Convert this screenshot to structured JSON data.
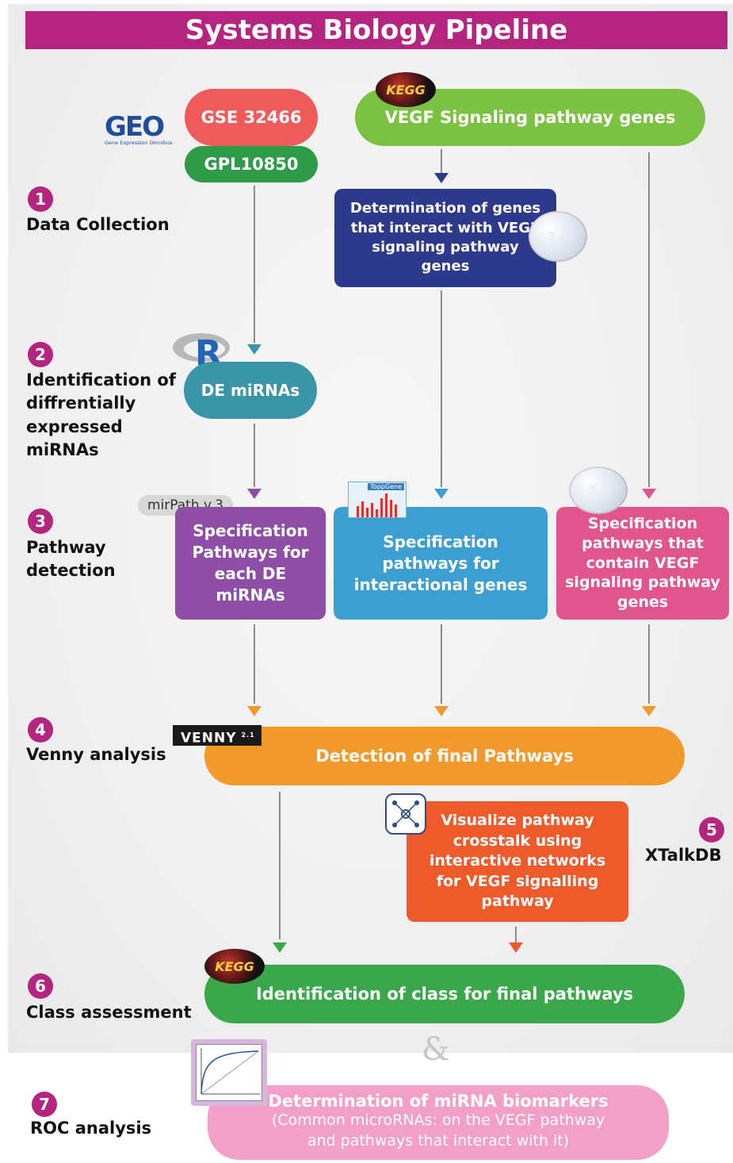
{
  "title": "Systems Biology Pipeline",
  "logos": {
    "geo_text": "GEO",
    "geo_sub": "Gene Expression Omnibus",
    "kegg": "KEGG",
    "r": "R",
    "mirpath": "mirPath v.3",
    "toppgene": "ToppGene",
    "venny": "VENNY",
    "venny_version": "2.1",
    "stringdb": "3.0"
  },
  "steps": [
    {
      "num": "1",
      "label": "Data Collection"
    },
    {
      "num": "2",
      "label": "Identification of diffrentially expressed miRNAs"
    },
    {
      "num": "3",
      "label": "Pathway detection"
    },
    {
      "num": "4",
      "label": "Venny analysis"
    },
    {
      "num": "5",
      "label": "XTalkDB"
    },
    {
      "num": "6",
      "label": "Class assessment"
    },
    {
      "num": "7",
      "label": "ROC analysis"
    }
  ],
  "nodes": {
    "gse": "GSE 32466",
    "gpl": "GPL10850",
    "vegf_genes": "VEGF Signaling pathway genes",
    "interact_genes": "Determination of genes that interact with VEGF signaling pathway genes",
    "de_mirnas": "DE miRNAs",
    "spec_mirna": "Specification Pathways for each DE miRNAs",
    "spec_interact": "Specification pathways for interactional genes",
    "spec_vegf": "Specification pathways that contain VEGF signaling pathway genes",
    "final_pathways": "Detection of final Pathways",
    "crosstalk": "Visualize pathway crosstalk using interactive networks for VEGF signalling pathway",
    "class_id": "Identification of class for final pathways",
    "amp": "&",
    "biomarkers_title": "Determination of miRNA biomarkers",
    "biomarkers_sub": "(Common microRNAs: on the VEGF pathway and pathways that interact with it)"
  },
  "colors": {
    "banner": "#b5247f",
    "red": "#ef5a5a",
    "green": "#3aa84a",
    "light_green": "#7cc242",
    "navy": "#2d3a8c",
    "teal": "#3a96a6",
    "purple": "#8e4ea5",
    "blue": "#3d9fd1",
    "pink": "#e0558e",
    "orange": "#f19a2b",
    "orange_red": "#ee5a2a",
    "roc_pink": "#f3a0c8"
  }
}
